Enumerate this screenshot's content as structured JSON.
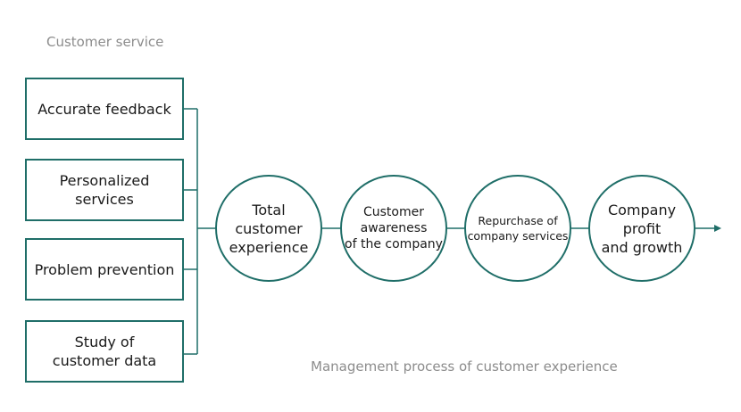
{
  "header": {
    "category_label": "Customer service"
  },
  "left_boxes": [
    {
      "label": "Accurate feedback"
    },
    {
      "label": "Personalized\nservices"
    },
    {
      "label": "Problem prevention"
    },
    {
      "label": "Study of\ncustomer data"
    }
  ],
  "process_circles": [
    {
      "label": "Total customer\nexperience"
    },
    {
      "label": "Customer\nawareness\nof the company"
    },
    {
      "label": "Repurchase of\ncompany services"
    },
    {
      "label": "Company profit\nand growth"
    }
  ],
  "footer": {
    "process_caption": "Management process of customer experience"
  },
  "colors": {
    "stroke": "#1f6e68",
    "caption_gray": "#8c8c8c"
  }
}
